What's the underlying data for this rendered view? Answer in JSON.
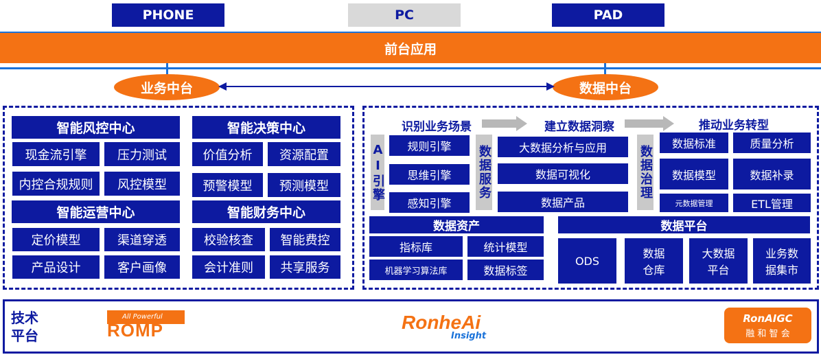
{
  "devices": {
    "phone": "PHONE",
    "pc": "PC",
    "pad": "PAD"
  },
  "front": "前台应用",
  "mid": {
    "business": "业务中台",
    "data": "数据中台"
  },
  "left": {
    "risk": {
      "title": "智能风控中心",
      "items": [
        "现金流引擎",
        "压力测试",
        "内控合规规则",
        "风控模型"
      ]
    },
    "decision": {
      "title": "智能决策中心",
      "items": [
        "价值分析",
        "资源配置",
        "预警模型",
        "预测模型"
      ]
    },
    "ops": {
      "title": "智能运营中心",
      "items": [
        "定价模型",
        "渠道穿透",
        "产品设计",
        "客户画像"
      ]
    },
    "finance": {
      "title": "智能财务中心",
      "items": [
        "校验核查",
        "智能费控",
        "会计准则",
        "共享服务"
      ]
    }
  },
  "right": {
    "steps": [
      "识别业务场景",
      "建立数据洞察",
      "推动业务转型"
    ],
    "ai_label": "AI引擎",
    "ai_items": [
      "规则引擎",
      "思维引擎",
      "感知引擎"
    ],
    "service_label": "数据服务",
    "service_items": [
      "大数据分析与应用",
      "数据可视化",
      "数据产品"
    ],
    "gov_label": "数据治理",
    "gov_items": [
      "数据标准",
      "质量分析",
      "数据模型",
      "数据补录",
      "元数据管理",
      "ETL管理"
    ],
    "asset": {
      "title": "数据资产",
      "items": [
        "指标库",
        "统计模型",
        "机器学习算法库",
        "数据标签"
      ]
    },
    "platform": {
      "title": "数据平台",
      "items": [
        "ODS",
        "数据\n仓库",
        "大数据\n平台",
        "业务数\n据集市"
      ]
    }
  },
  "tech": {
    "label": "技术\n平台",
    "romp": {
      "big": "ROMP",
      "small": "All Powerful"
    },
    "ronhe": {
      "name": "RonheAi",
      "sub": "Insight"
    },
    "aigc": {
      "top": "RonAIGC",
      "bottom": "融 和 智 会"
    }
  },
  "colors": {
    "blue": "#0d1aa0",
    "orange": "#f47214",
    "accent": "#1a72d9",
    "gray": "#c9c9c9"
  }
}
